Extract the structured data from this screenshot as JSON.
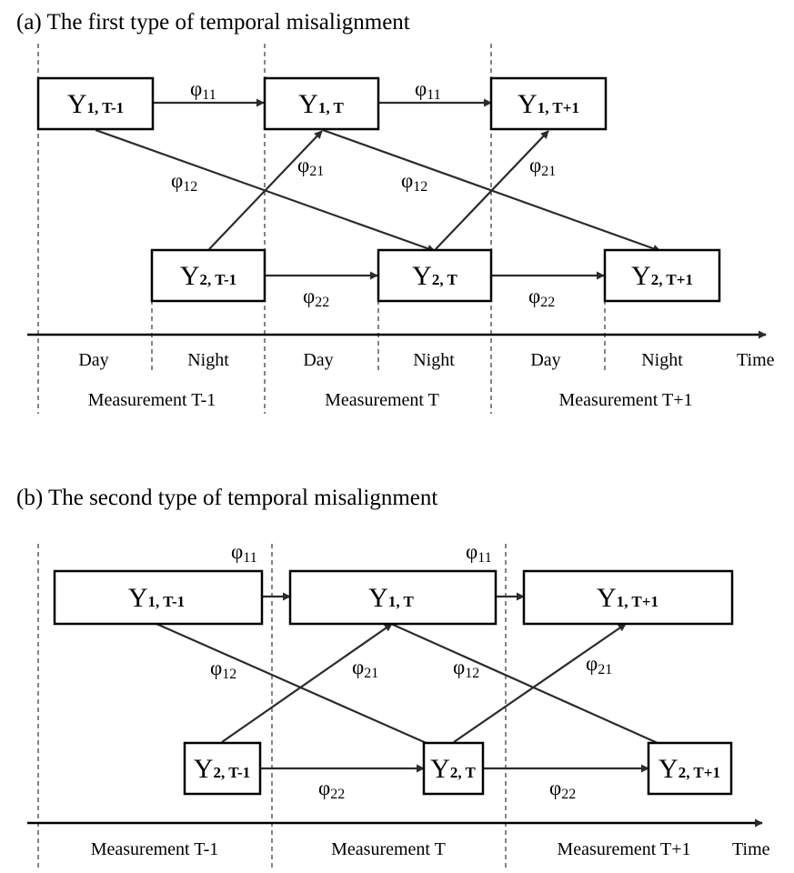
{
  "panel_a": {
    "title": "(a) The first type of temporal misalignment",
    "nodes": {
      "y1_tm1": {
        "main": "Y",
        "sub": "1, T-1"
      },
      "y1_t": {
        "main": "Y",
        "sub": "1, T"
      },
      "y1_tp1": {
        "main": "Y",
        "sub": "1, T+1"
      },
      "y2_tm1": {
        "main": "Y",
        "sub": "2, T-1"
      },
      "y2_t": {
        "main": "Y",
        "sub": "2, T"
      },
      "y2_tp1": {
        "main": "Y",
        "sub": "2, T+1"
      }
    },
    "coefs": {
      "phi11_a": {
        "main": "φ",
        "sub": "11"
      },
      "phi11_b": {
        "main": "φ",
        "sub": "11"
      },
      "phi12_a": {
        "main": "φ",
        "sub": "12"
      },
      "phi12_b": {
        "main": "φ",
        "sub": "12"
      },
      "phi21_a": {
        "main": "φ",
        "sub": "21"
      },
      "phi21_b": {
        "main": "φ",
        "sub": "21"
      },
      "phi22_a": {
        "main": "φ",
        "sub": "22"
      },
      "phi22_b": {
        "main": "φ",
        "sub": "22"
      }
    },
    "periods": [
      "Day",
      "Night",
      "Day",
      "Night",
      "Day",
      "Night"
    ],
    "axis_label": "Time",
    "measurements": [
      "Measurement T-1",
      "Measurement T",
      "Measurement T+1"
    ]
  },
  "panel_b": {
    "title": "(b) The second type of temporal misalignment",
    "nodes": {
      "y1_tm1": {
        "main": "Y",
        "sub": "1, T-1"
      },
      "y1_t": {
        "main": "Y",
        "sub": "1, T"
      },
      "y1_tp1": {
        "main": "Y",
        "sub": "1, T+1"
      },
      "y2_tm1": {
        "main": "Y",
        "sub": "2, T-1"
      },
      "y2_t": {
        "main": "Y",
        "sub": "2, T"
      },
      "y2_tp1": {
        "main": "Y",
        "sub": "2, T+1"
      }
    },
    "coefs": {
      "phi11_a": {
        "main": "φ",
        "sub": "11"
      },
      "phi11_b": {
        "main": "φ",
        "sub": "11"
      },
      "phi12_a": {
        "main": "φ",
        "sub": "12"
      },
      "phi12_b": {
        "main": "φ",
        "sub": "12"
      },
      "phi21_a": {
        "main": "φ",
        "sub": "21"
      },
      "phi21_b": {
        "main": "φ",
        "sub": "21"
      },
      "phi22_a": {
        "main": "φ",
        "sub": "22"
      },
      "phi22_b": {
        "main": "φ",
        "sub": "22"
      }
    },
    "axis_label": "Time",
    "measurements": [
      "Measurement T-1",
      "Measurement T",
      "Measurement T+1"
    ]
  }
}
